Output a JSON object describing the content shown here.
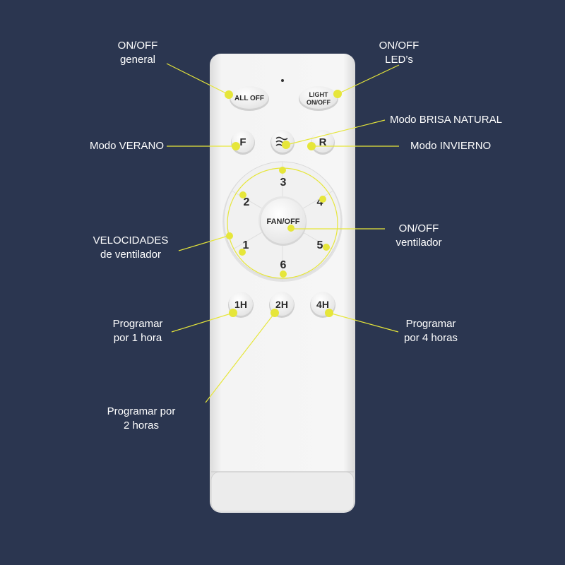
{
  "colors": {
    "background": "#2b3650",
    "remote": "#f2f2f2",
    "callout": "#e6e63a",
    "label_text": "#ffffff"
  },
  "remote": {
    "buttons": {
      "all_off": "ALL OFF",
      "light_line1": "LIGHT",
      "light_line2": "ON/OFF",
      "f": "F",
      "breeze_icon": "wind-icon",
      "r": "R",
      "fan_off": "FAN/OFF",
      "speed_1": "1",
      "speed_2": "2",
      "speed_3": "3",
      "speed_4": "4",
      "speed_5": "5",
      "speed_6": "6",
      "timer_1h": "1H",
      "timer_2h": "2H",
      "timer_4h": "4H"
    }
  },
  "labels": {
    "onoff_general": [
      "ON/OFF",
      "general"
    ],
    "onoff_leds": [
      "ON/OFF",
      "LED’s"
    ],
    "brisa": "Modo BRISA NATURAL",
    "verano": "Modo VERANO",
    "invierno": "Modo INVIERNO",
    "velocidades": [
      "VELOCIDADES",
      "de ventilador"
    ],
    "onoff_ventilador": [
      "ON/OFF",
      "ventilador"
    ],
    "prog_1h": [
      "Programar",
      "por 1 hora"
    ],
    "prog_4h": [
      "Programar",
      "por 4 horas"
    ],
    "prog_2h": [
      "Programar por",
      "2 horas"
    ]
  }
}
